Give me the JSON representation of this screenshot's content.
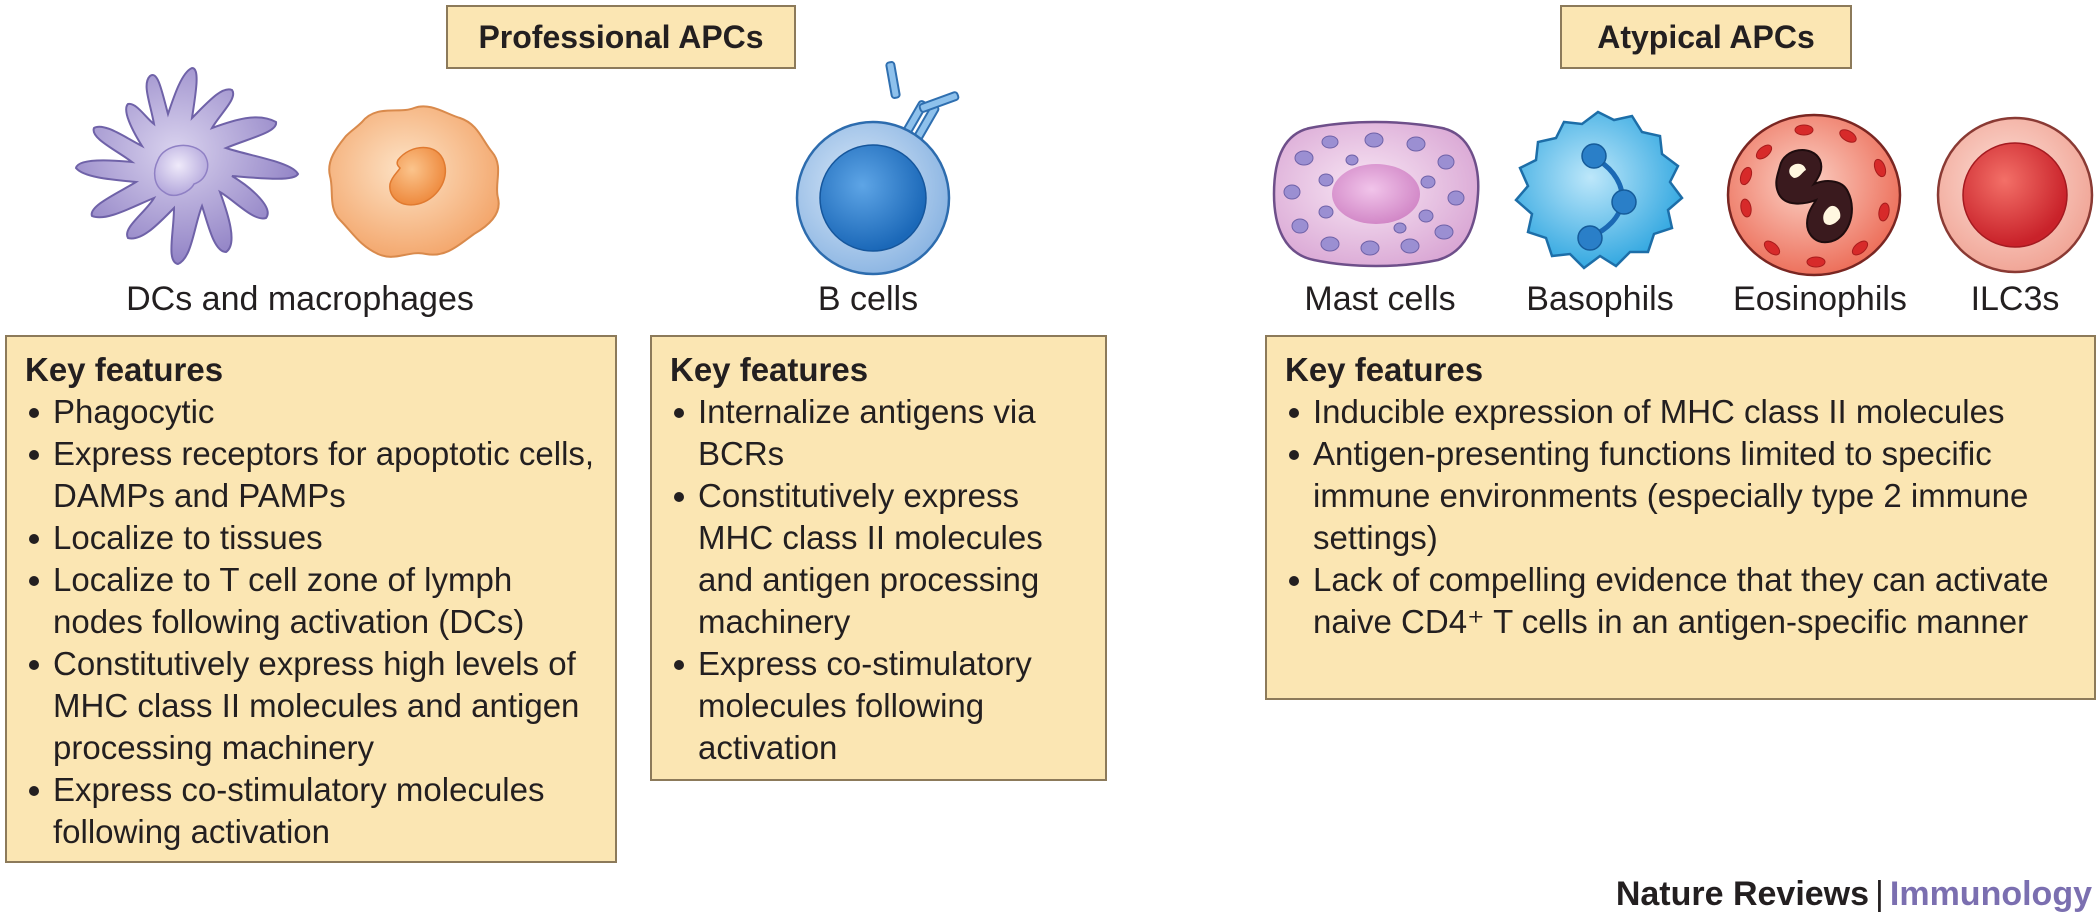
{
  "headers": {
    "professional": "Professional APCs",
    "atypical": "Atypical APCs"
  },
  "cells": {
    "dcs_macrophages": "DCs and macrophages",
    "b_cells": "B cells",
    "mast_cells": "Mast cells",
    "basophils": "Basophils",
    "eosinophils": "Eosinophils",
    "ilc3s": "ILC3s"
  },
  "features": {
    "dcs": {
      "title": "Key features",
      "items": [
        "Phagocytic",
        "Express receptors for apoptotic cells, DAMPs and PAMPs",
        "Localize to tissues",
        "Localize to T cell zone of lymph nodes following activation (DCs)",
        "Constitutively express high levels of MHC class II molecules and antigen processing machinery",
        "Express co-stimulatory molecules following activation"
      ]
    },
    "bcells": {
      "title": "Key features",
      "items": [
        "Internalize antigens via BCRs",
        "Constitutively express MHC class II molecules and antigen processing machinery",
        "Express co-stimulatory molecules following activation"
      ]
    },
    "atypical": {
      "title": "Key features",
      "items": [
        "Inducible expression of MHC class II molecules",
        "Antigen-presenting functions limited to specific immune environments (especially type 2 immune settings)",
        "Lack of compelling evidence that they can activate naive CD4⁺ T cells in an antigen-specific manner"
      ]
    }
  },
  "footer": {
    "journal": "Nature Reviews",
    "separator": "|",
    "subject": "Immunology"
  },
  "colors": {
    "box_fill": "#fbe6b3",
    "box_border": "#8c7a5a",
    "subject_text": "#7b6fb0"
  }
}
